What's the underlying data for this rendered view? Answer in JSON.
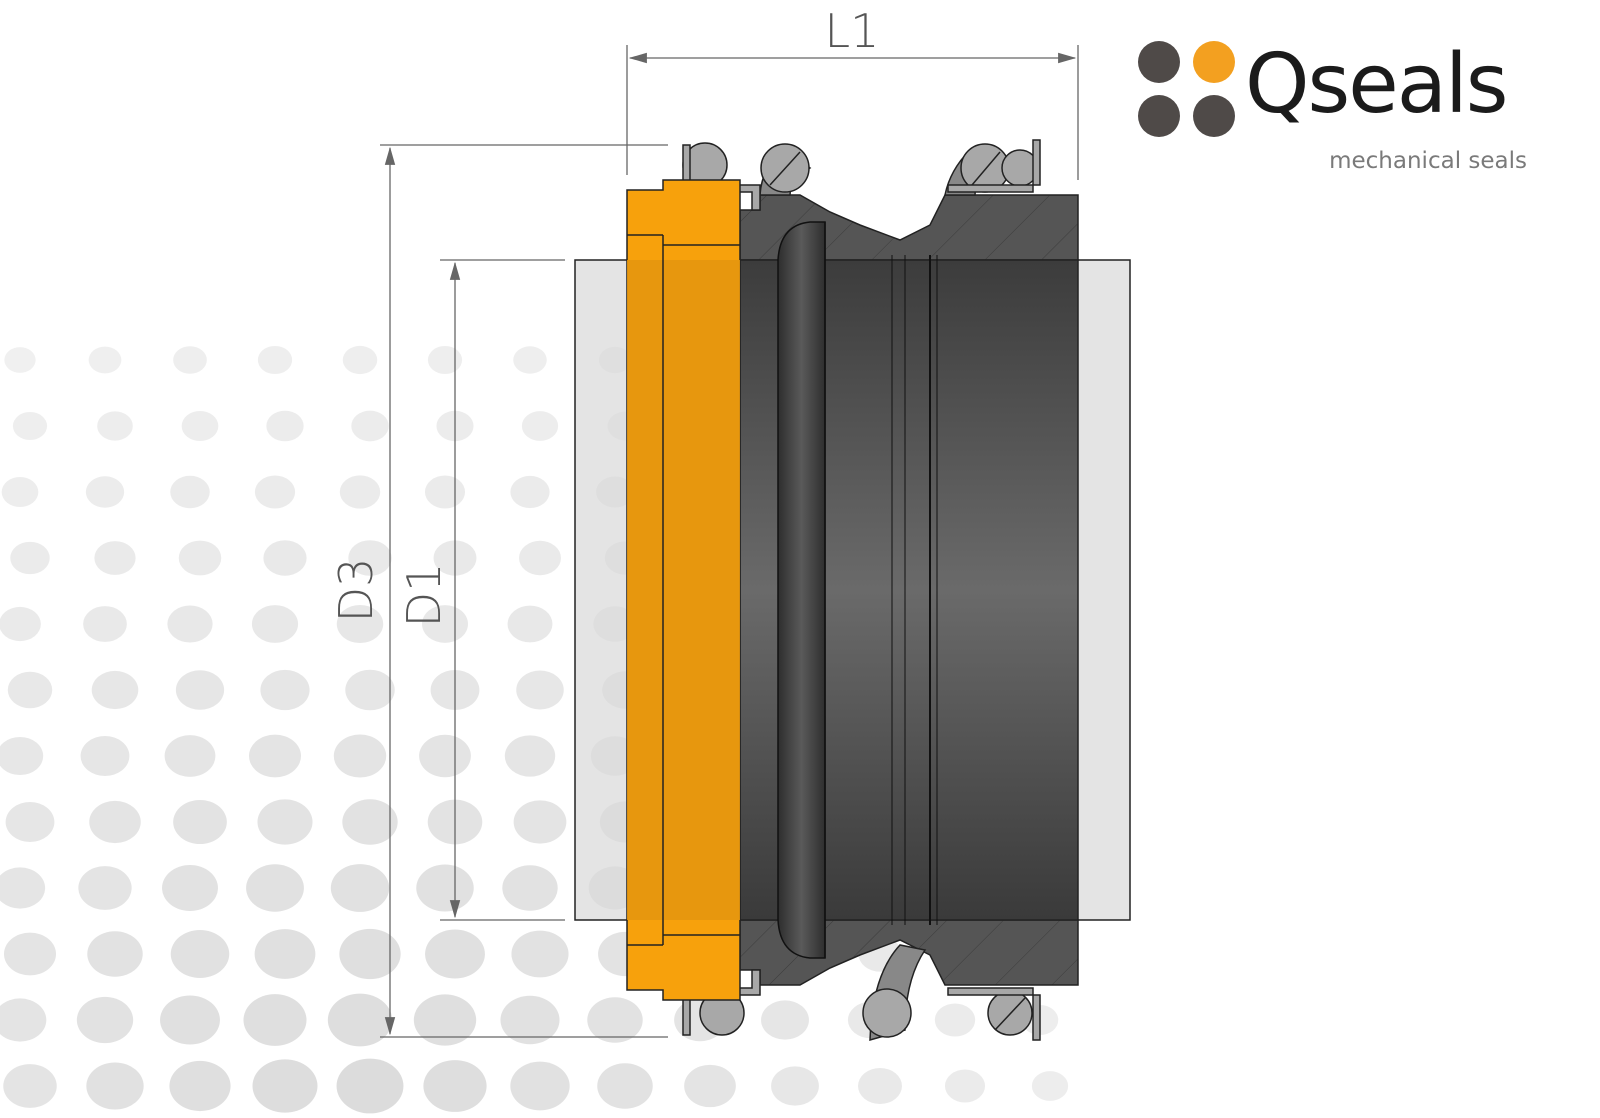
{
  "logo": {
    "name": "Qseals",
    "tagline": "mechanical seals",
    "dot_colors": [
      "#4f4a48",
      "#f3a020",
      "#4f4a48",
      "#4f4a48"
    ]
  },
  "dimensions": {
    "length_label": "L1",
    "outer_diameter_label": "D3",
    "inner_diameter_label": "D1"
  },
  "colors": {
    "seal_face": "#f7a10c",
    "bellows_body": "#4a4a4a",
    "spring": "#a8a8a8",
    "shaft": "#d6d6d6",
    "dimension_line": "#555555"
  }
}
